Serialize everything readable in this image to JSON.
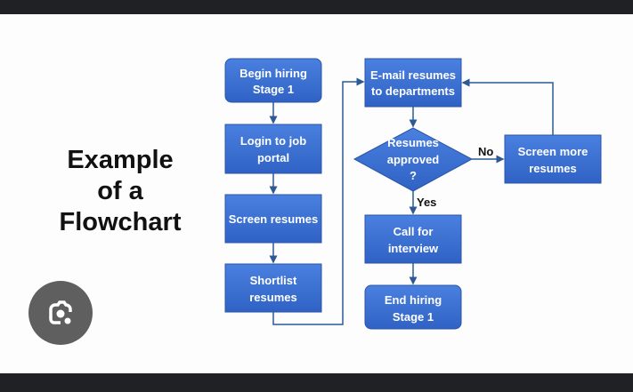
{
  "title_lines": [
    "Example",
    "of a",
    "Flowchart"
  ],
  "nodes": {
    "begin": [
      "Begin hiring",
      "Stage 1"
    ],
    "login": [
      "Login to job",
      "portal"
    ],
    "screen": [
      "Screen resumes"
    ],
    "shortlist": [
      "Shortlist",
      "resumes"
    ],
    "email": [
      "E-mail resumes",
      "to departments"
    ],
    "decision": [
      "Resumes",
      "approved",
      "?"
    ],
    "screen_more": [
      "Screen more",
      "resumes"
    ],
    "call": [
      "Call for",
      "interview"
    ],
    "end": [
      "End hiring",
      "Stage 1"
    ]
  },
  "edge_labels": {
    "no": "No",
    "yes": "Yes"
  },
  "colors": {
    "box": "#3a6fd0",
    "line": "#2d5a96",
    "lens_button": "#5f5f5f"
  },
  "icons": {
    "lens": "google-lens-icon"
  }
}
